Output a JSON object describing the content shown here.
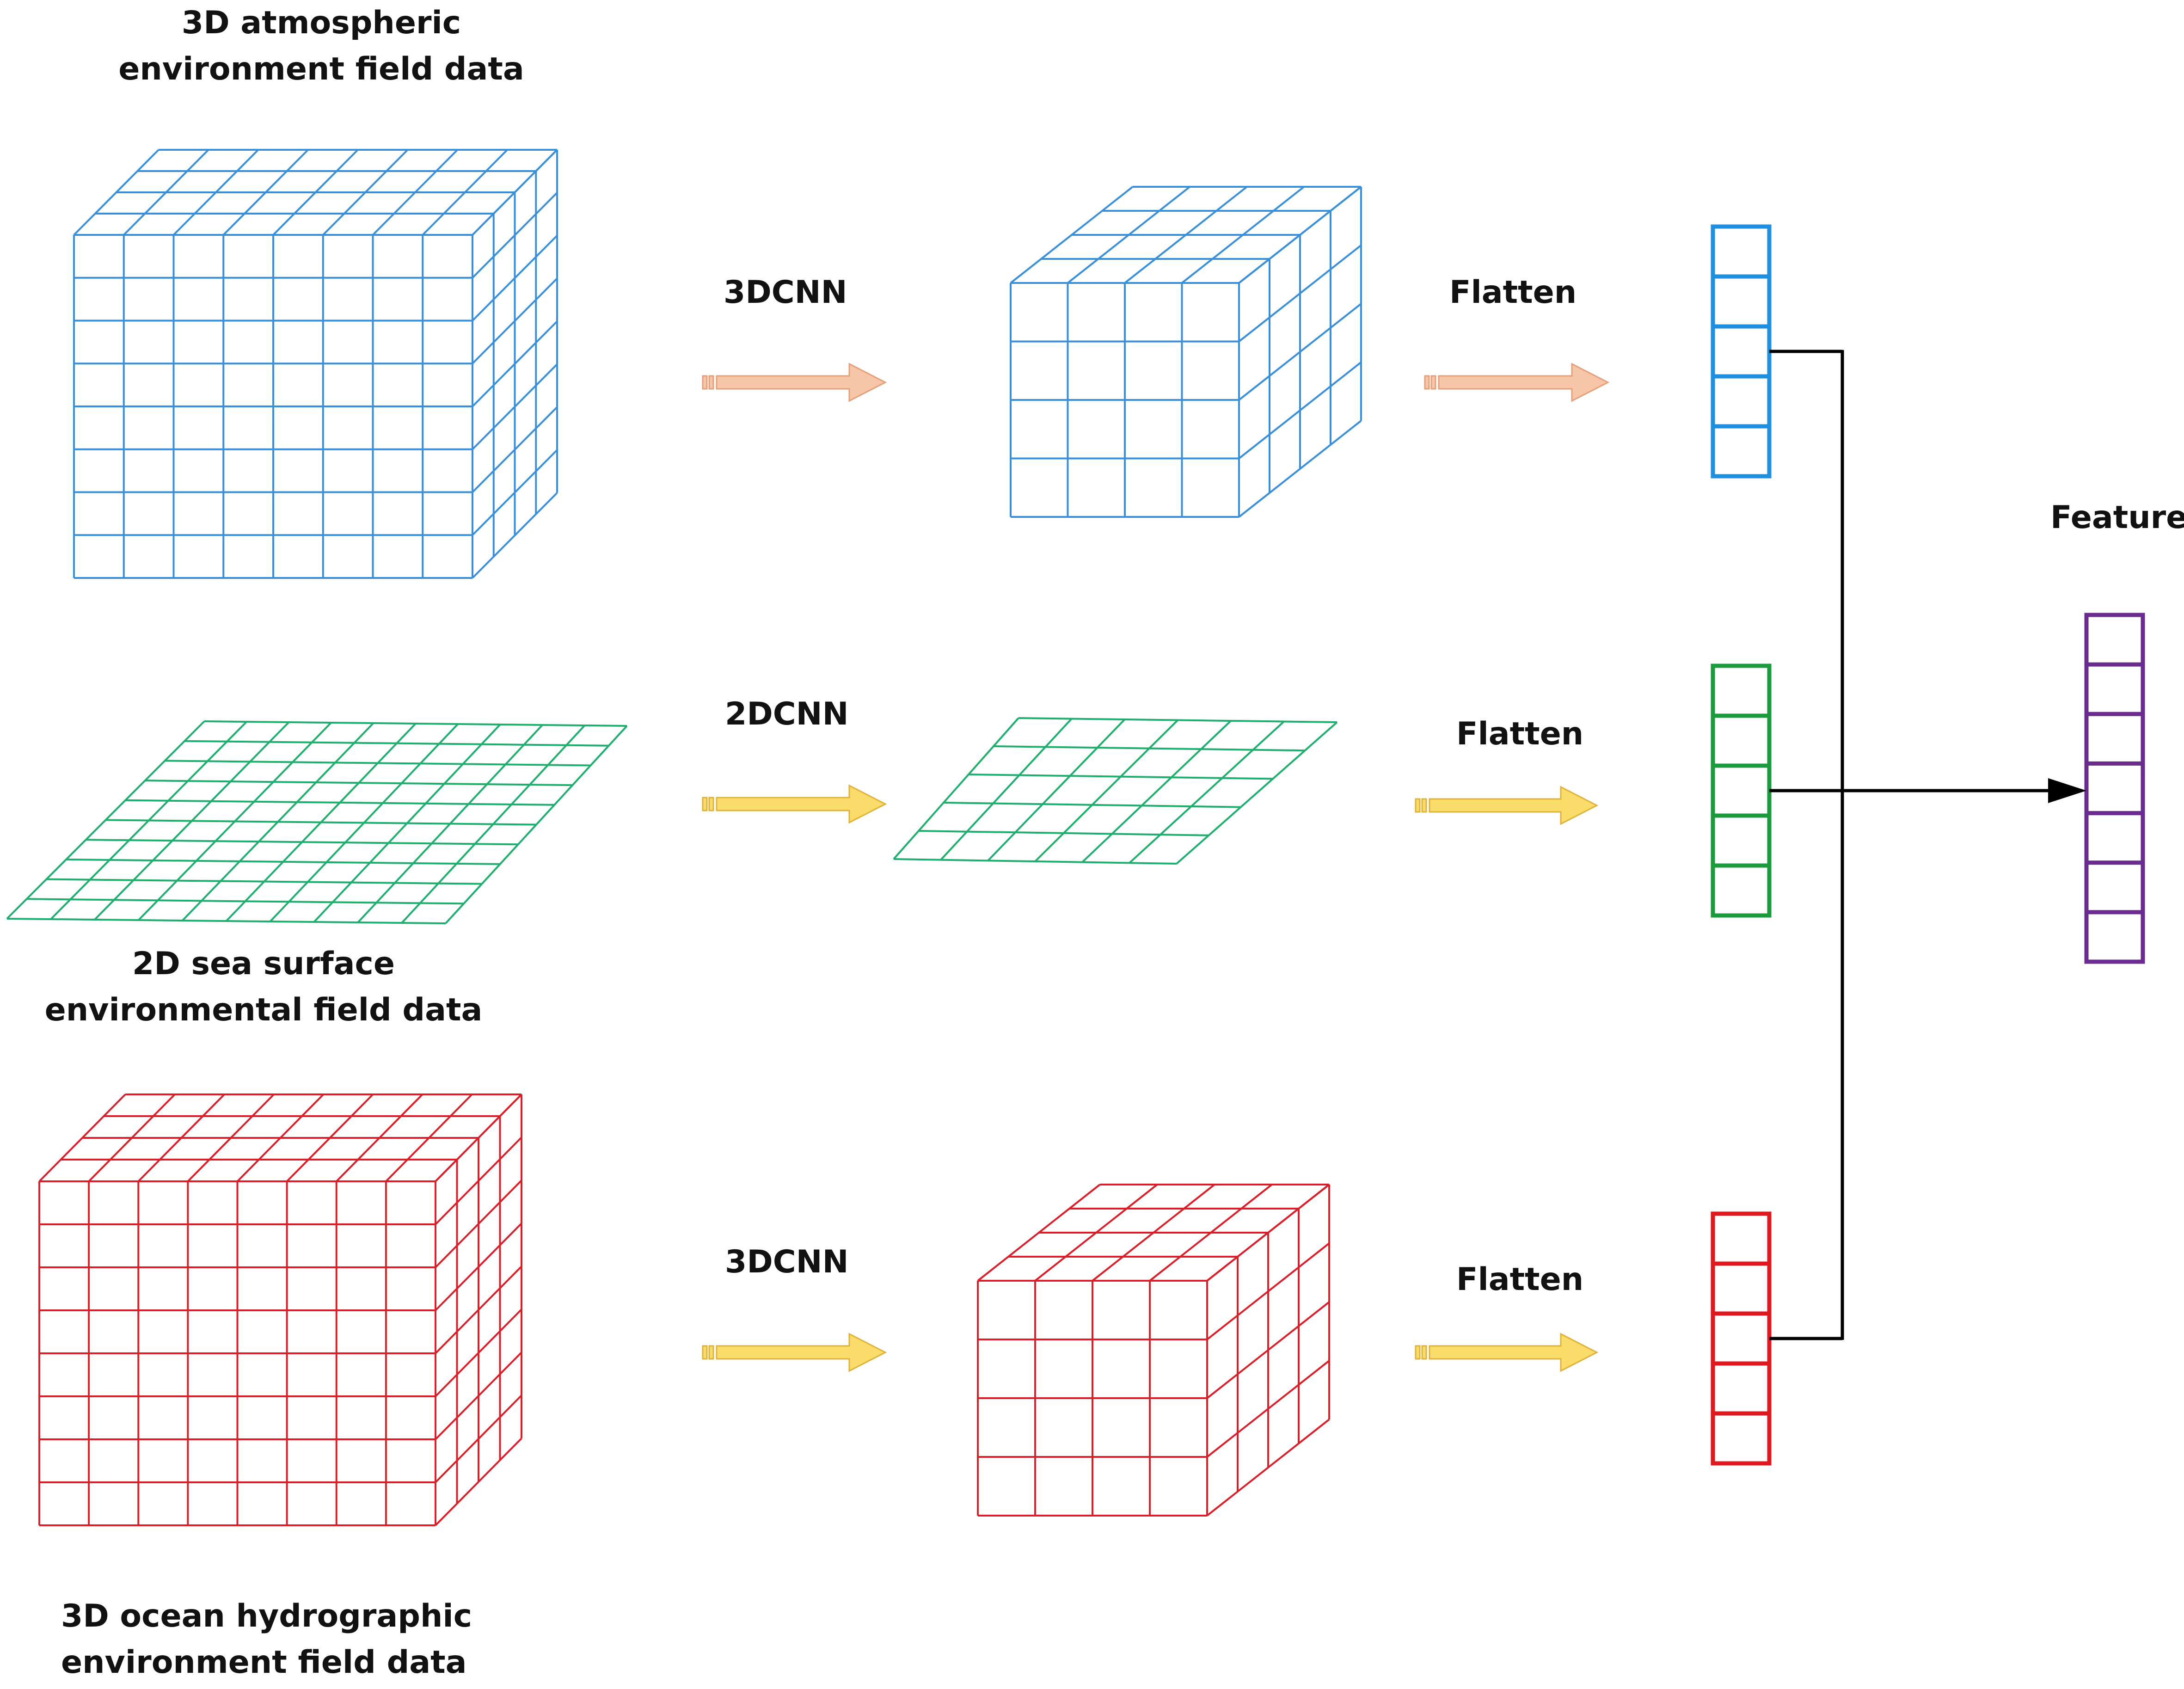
{
  "labels": {
    "atmo_line1": "3D atmospheric",
    "atmo_line2": "environment field data",
    "sea_line1": "2D sea surface",
    "sea_line2": "environmental field data",
    "ocean_line1": "3D ocean hydrographic",
    "ocean_line2": "environment field data",
    "op_top": "3DCNN",
    "op_mid": "2DCNN",
    "op_bot": "3DCNN",
    "flatten_top": "Flatten",
    "flatten_mid": "Flatten",
    "flatten_bot": "Flatten",
    "features": "Features"
  },
  "colors": {
    "atmospheric": "#3a8fd9",
    "sea_surface": "#1fae6e",
    "ocean": "#d8202a",
    "vector_blue": "#1f8fe0",
    "vector_green": "#1c9a3e",
    "vector_red": "#e0191f",
    "features": "#6a2c8f",
    "arrow_salmon": "#f7c6a8",
    "arrow_salmon_stroke": "#e79f7a",
    "arrow_yellow": "#f9dc6a",
    "arrow_yellow_stroke": "#e0b23a",
    "connector": "#000000"
  }
}
